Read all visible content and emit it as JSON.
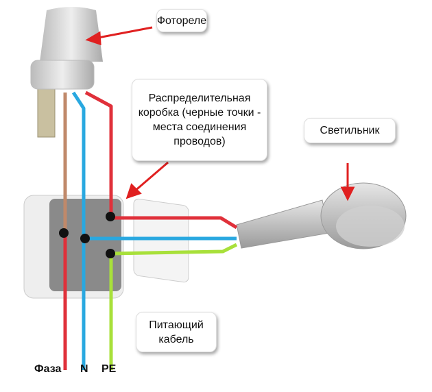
{
  "labels": {
    "photo_relay": "Фотореле",
    "junction_box": "Распределительная коробка (черные точки - места соединения проводов)",
    "lamp": "Светильник",
    "supply_cable": "Питающий кабель",
    "phase": "Фаза",
    "neutral": "N",
    "ground": "PE"
  },
  "colors": {
    "phase": "#e0303a",
    "neutral": "#29a8e0",
    "ground": "#a8e03a",
    "relay_lead": "#c0896a",
    "arrow": "#e02020"
  }
}
